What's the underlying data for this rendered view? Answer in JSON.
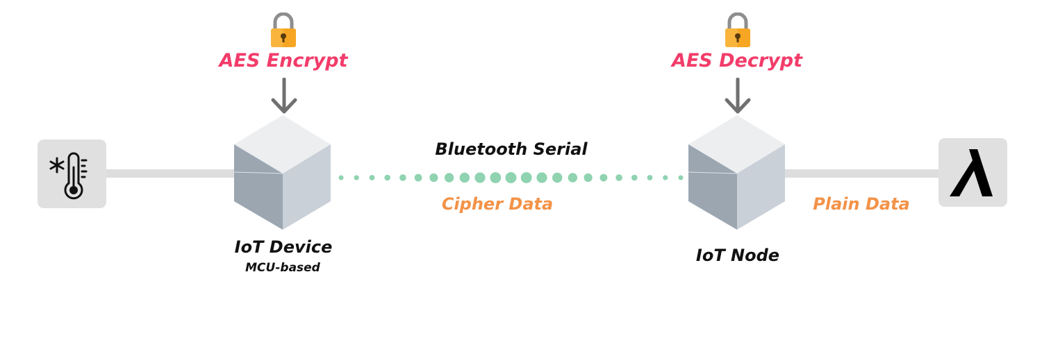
{
  "left": {
    "operation": "AES Encrypt",
    "device_name": "IoT Device",
    "device_type": "MCU-based",
    "lock_icon": "lock-icon",
    "sensor_icon": "thermometer-snowflake-icon"
  },
  "right": {
    "operation": "AES Decrypt",
    "device_name": "IoT Node",
    "lock_icon": "lock-icon",
    "chain_icon": "algorand-logo-icon"
  },
  "link": {
    "protocol": "Bluetooth Serial",
    "left_data": "Cipher Data",
    "right_data": "Plain Data"
  },
  "colors": {
    "operation_text": "#f23c6a",
    "data_text": "#f39247",
    "dots": "#8fd3b0",
    "lines": "#dddddd",
    "tiles": "#e0e0e0",
    "arrows": "#707070",
    "lock_body": "#f6a623",
    "lock_shackle": "#8e8e8e",
    "cube_top": "#eceef0",
    "cube_left": "#9ba6b1",
    "cube_right": "#c9d0d7"
  }
}
